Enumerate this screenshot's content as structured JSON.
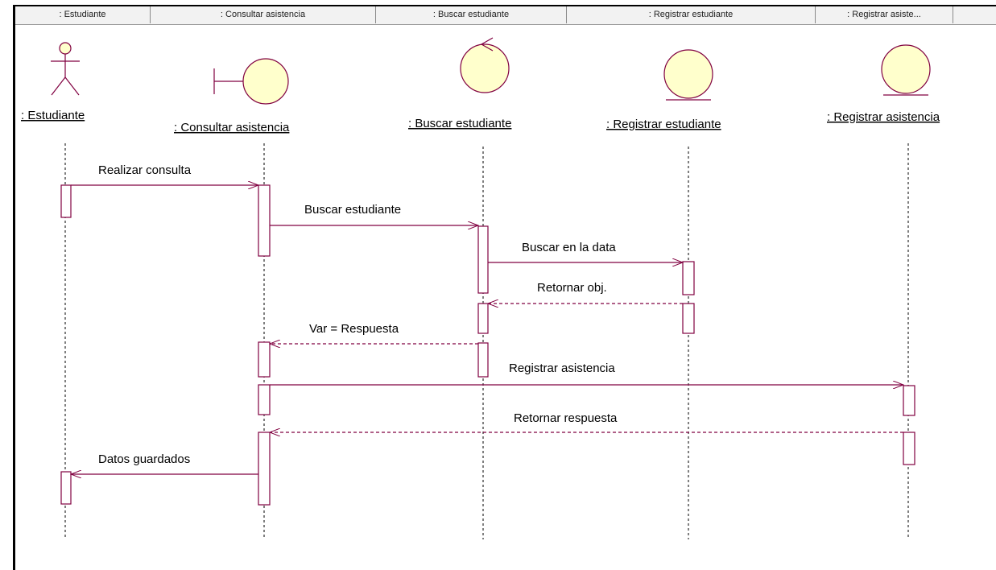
{
  "header": {
    "columns": [
      ": Estudiante",
      ": Consultar asistencia",
      ": Buscar estudiante",
      ": Registrar estudiante",
      ": Registrar asiste..."
    ]
  },
  "lifelines": [
    {
      "label": ": Estudiante",
      "kind": "actor"
    },
    {
      "label": ": Consultar asistencia",
      "kind": "boundary"
    },
    {
      "label": ": Buscar estudiante",
      "kind": "control"
    },
    {
      "label": ": Registrar estudiante",
      "kind": "entity"
    },
    {
      "label": ": Registrar asistencia",
      "kind": "entity"
    }
  ],
  "messages": [
    {
      "label": "Realizar consulta",
      "from": 0,
      "to": 1,
      "style": "sync"
    },
    {
      "label": "Buscar estudiante",
      "from": 1,
      "to": 2,
      "style": "sync"
    },
    {
      "label": "Buscar en la data",
      "from": 2,
      "to": 3,
      "style": "sync"
    },
    {
      "label": "Retornar obj.",
      "from": 3,
      "to": 2,
      "style": "return"
    },
    {
      "label": "Var = Respuesta",
      "from": 2,
      "to": 1,
      "style": "return"
    },
    {
      "label": "Registrar asistencia",
      "from": 1,
      "to": 4,
      "style": "sync"
    },
    {
      "label": "Retornar respuesta",
      "from": 4,
      "to": 1,
      "style": "return"
    },
    {
      "label": "Datos guardados",
      "from": 1,
      "to": 0,
      "style": "sync"
    }
  ],
  "colors": {
    "lifeline_fill": "#ffffcc",
    "message_line": "#800040",
    "outline": "#000000",
    "header_bg": "#f2f2f2"
  }
}
